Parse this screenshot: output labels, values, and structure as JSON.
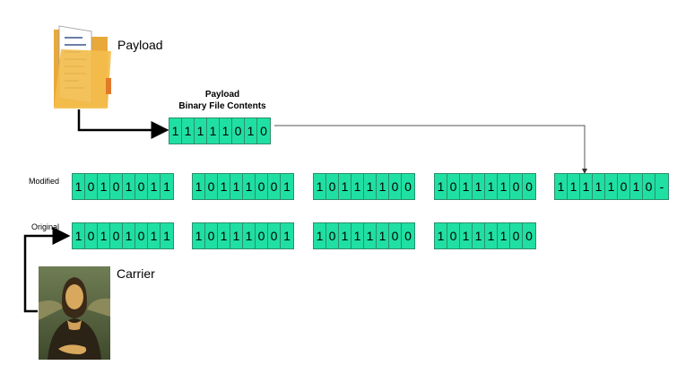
{
  "payload": {
    "label": "Payload",
    "caption_line1": "Payload",
    "caption_line2": "Binary File Contents",
    "bits": [
      "1",
      "1",
      "1",
      "1",
      "1",
      "0",
      "1",
      "0"
    ]
  },
  "carrier": {
    "label": "Carrier"
  },
  "rows": {
    "modified": {
      "label": "Modified",
      "bytes": [
        [
          "1",
          "0",
          "1",
          "0",
          "1",
          "0",
          "1",
          "1"
        ],
        [
          "1",
          "0",
          "1",
          "1",
          "1",
          "0",
          "0",
          "1"
        ],
        [
          "1",
          "0",
          "1",
          "1",
          "1",
          "1",
          "0",
          "0"
        ],
        [
          "1",
          "0",
          "1",
          "1",
          "1",
          "1",
          "0",
          "0"
        ],
        [
          "1",
          "1",
          "1",
          "1",
          "1",
          "0",
          "1",
          "0",
          "-"
        ]
      ]
    },
    "original": {
      "label": "Original",
      "bytes": [
        [
          "1",
          "0",
          "1",
          "0",
          "1",
          "0",
          "1",
          "1"
        ],
        [
          "1",
          "0",
          "1",
          "1",
          "1",
          "0",
          "0",
          "1"
        ],
        [
          "1",
          "0",
          "1",
          "1",
          "1",
          "1",
          "0",
          "0"
        ],
        [
          "1",
          "0",
          "1",
          "1",
          "1",
          "1",
          "0",
          "0"
        ]
      ]
    }
  },
  "icons": {
    "payload": "folder-document-icon",
    "carrier": "mona-lisa-image"
  },
  "colors": {
    "cell_fill": "#1fe0a2",
    "cell_border": "#2c8f6c",
    "connector": "#000000",
    "thin_connector": "#555555"
  }
}
